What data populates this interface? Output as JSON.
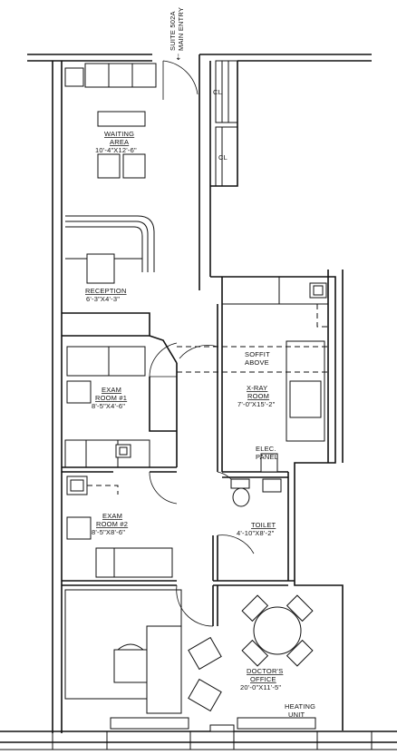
{
  "entry": {
    "line1": "SUITE 502A",
    "line2": "MAIN ENTRY"
  },
  "rooms": {
    "waiting": {
      "name": "WAITING",
      "name2": "AREA",
      "size": "10'-4\"X12'-6\""
    },
    "reception": {
      "name": "RECEPTION",
      "size": "6'-3\"X4'-3\""
    },
    "exam1": {
      "name": "EXAM",
      "name2": "ROOM #1",
      "size": "8'-5\"X4'-6\""
    },
    "xray": {
      "name": "X-RAY",
      "name2": "ROOM",
      "size": "7'-0\"X15'-2\""
    },
    "exam2": {
      "name": "EXAM",
      "name2": "ROOM #2",
      "size": "8'-5\"X8'-6\""
    },
    "toilet": {
      "name": "TOILET",
      "size": "4'-10\"X8'-2\""
    },
    "doctors": {
      "name": "DOCTOR'S",
      "name2": "OFFICE",
      "size": "20'-0\"X11'-5\""
    }
  },
  "labels": {
    "closet_1": "CL",
    "closet_2": "CL",
    "soffit": "SOFFIT",
    "soffit2": "ABOVE",
    "elec": "ELEC.",
    "elec2": "PANEL",
    "heating": "HEATING",
    "heating2": "UNIT"
  }
}
